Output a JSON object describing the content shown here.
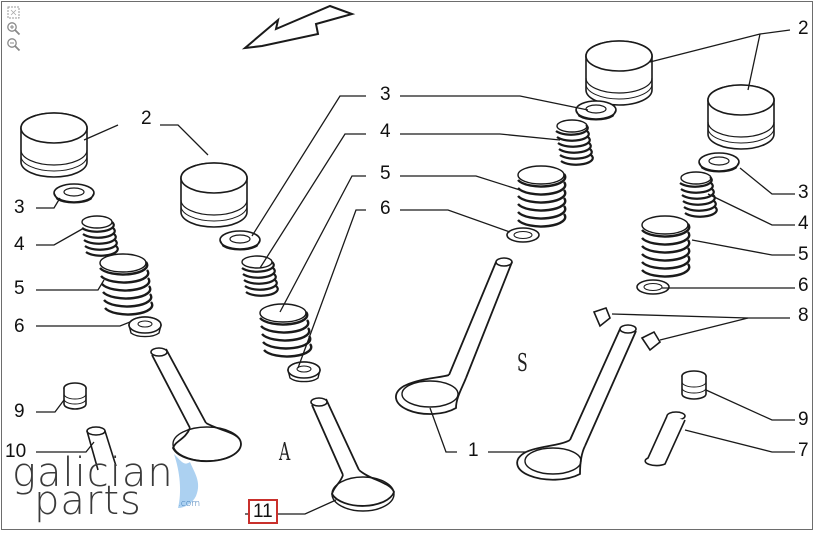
{
  "toolbar": {
    "tools": [
      {
        "name": "fit-icon"
      },
      {
        "name": "zoom-in-icon"
      },
      {
        "name": "zoom-out-icon"
      }
    ]
  },
  "callouts": {
    "left": {
      "n2": "2",
      "n3": "3",
      "n4": "4",
      "n5": "5",
      "n6": "6",
      "n9": "9",
      "n10": "10"
    },
    "center": {
      "n3": "3",
      "n4": "4",
      "n5": "5",
      "n6": "6",
      "n11": "11"
    },
    "right_a": {
      "n2": "2",
      "n1": "1"
    },
    "right_b": {
      "n3": "3",
      "n4": "4",
      "n5": "5",
      "n6": "6",
      "n8": "8",
      "n9": "9",
      "n7": "7"
    }
  },
  "section_labels": {
    "a": "A",
    "s": "S"
  },
  "watermark": {
    "line1": "galician",
    "line2": "parts",
    "suffix": ".com"
  },
  "colors": {
    "line": "#1a1a1a",
    "highlight": "#c9302c",
    "watermark_accent": "#9ec9ee"
  }
}
